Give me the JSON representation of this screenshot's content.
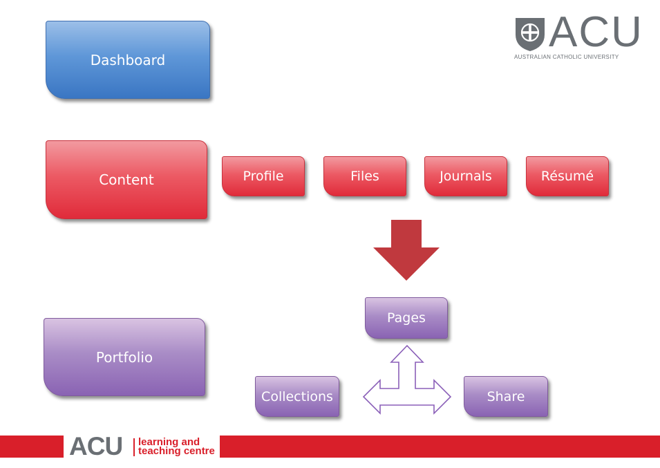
{
  "nodes": {
    "dashboard": "Dashboard",
    "content": "Content",
    "portfolio": "Portfolio",
    "profile": "Profile",
    "files": "Files",
    "journals": "Journals",
    "resume": "Résumé",
    "pages": "Pages",
    "collections": "Collections",
    "share": "Share"
  },
  "logo": {
    "wordmark": "ACU",
    "tagline": "AUSTRALIAN CATHOLIC UNIVERSITY"
  },
  "footer": {
    "acu": "ACU",
    "line1": "learning and",
    "line2": "teaching centre"
  },
  "colors": {
    "blue": "#4a86cf",
    "red": "#e02b3a",
    "purple": "#9273ba",
    "arrow_red": "#c0393e",
    "arrow_outline": "#8a5fb8",
    "brand_red": "#d91f2a",
    "brand_grey": "#6a6f74"
  }
}
